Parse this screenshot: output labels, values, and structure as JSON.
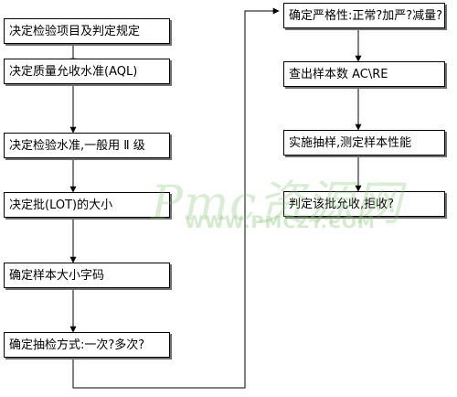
{
  "diagram": {
    "left_column": [
      "决定检验项目及判定规定",
      "决定质量允收水准(AQL)",
      "决定检验水准,一般用 Ⅱ 级",
      "决定批(LOT)的大小",
      "确定样本大小字码",
      "确定抽检方式:一次?多次?"
    ],
    "right_column": [
      "确定严格性:正常?加严?减量?",
      "查出样本数 AC\\RE",
      "实施抽样,测定样本性能",
      "判定该批允收,拒收?"
    ]
  },
  "watermark": {
    "brand": "Pmc资源网",
    "url": "WWW.PMCZY.COM"
  }
}
